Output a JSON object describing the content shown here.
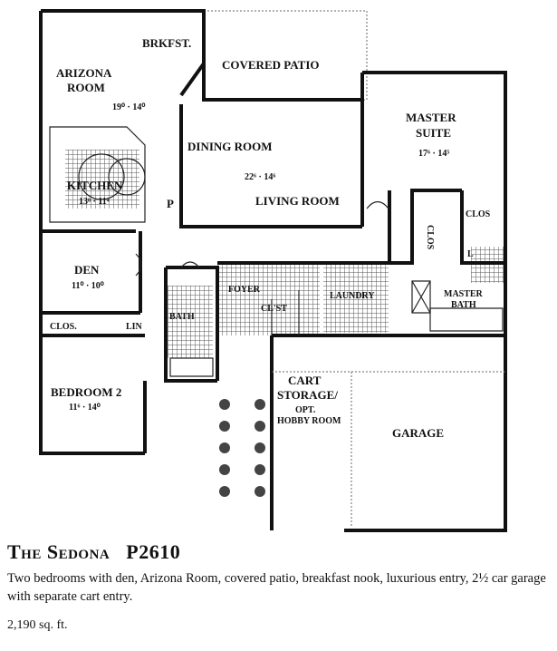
{
  "plan": {
    "rooms": {
      "brkfst": "BRKFST.",
      "covered_patio": "COVERED PATIO",
      "arizona_room_1": "ARIZONA",
      "arizona_room_2": "ROOM",
      "arizona_room_dim": "19⁰ · 14⁰",
      "master_suite_1": "MASTER",
      "master_suite_2": "SUITE",
      "master_suite_dim": "17⁶ · 14⁵",
      "dining_room": "DINING ROOM",
      "dining_living_dim": "22⁶ · 14⁶",
      "living_room": "LIVING ROOM",
      "kitchen": "KITCHEN",
      "kitchen_dim": "13⁸ · 11⁴",
      "den": "DEN",
      "den_dim": "11⁰ · 10⁰",
      "clos_hall": "CLOS.",
      "lin": "LIN",
      "bath": "BATH",
      "foyer": "FOYER",
      "clst": "CL'ST",
      "laundry": "LAUNDRY",
      "clos_master": "CLOS",
      "clos_vertical": "CLOS",
      "master_bath_1": "MASTER",
      "master_bath_2": "BATH",
      "bedroom2": "BEDROOM  2",
      "bedroom2_dim": "11⁶ · 14⁰",
      "cart_1": "CART",
      "cart_2": "STORAGE/",
      "cart_3": "OPT.",
      "cart_4": "HOBBY ROOM",
      "garage": "GARAGE",
      "pantry": "P",
      "wc": "L"
    }
  },
  "caption": {
    "name": "The Sedona",
    "plan_number": "P2610",
    "description": "Two bedrooms with den, Arizona Room, covered patio, breakfast nook, luxurious entry, 2½ car garage with separate cart entry.",
    "area": "2,190 sq. ft."
  }
}
